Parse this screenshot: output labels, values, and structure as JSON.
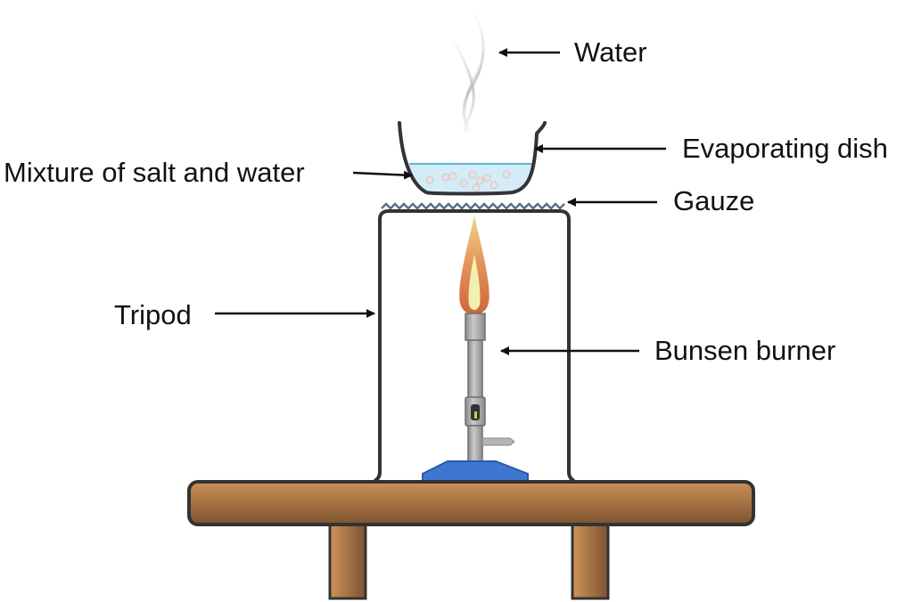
{
  "diagram": {
    "title": "Evaporation of salt solution apparatus",
    "labels": {
      "water": "Water",
      "evaporating_dish": "Evaporating dish",
      "mixture": "Mixture of salt and water",
      "gauze": "Gauze",
      "tripod": "Tripod",
      "bunsen_burner": "Bunsen burner"
    },
    "colors": {
      "outline": "#333333",
      "solution": "#d4ecf7",
      "solution_surface": "#5ab4e0",
      "gauze": "#5a6f8c",
      "flame_outer": "#d9743a",
      "flame_inner": "#f3efb0",
      "burner_metal": "#a8a8a8",
      "burner_base": "#3f77d0",
      "table_wood": "#a8703f"
    }
  }
}
